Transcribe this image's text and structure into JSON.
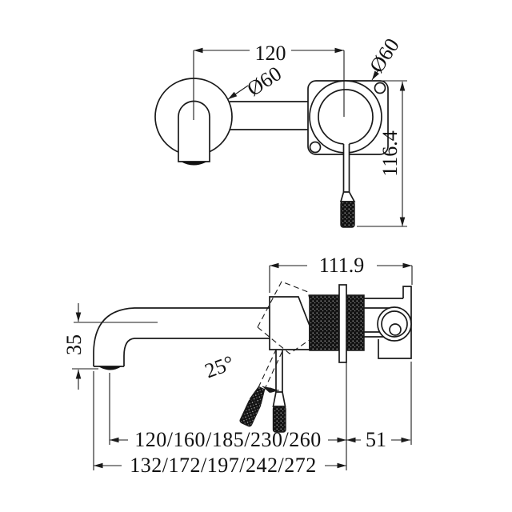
{
  "colors": {
    "line": "#1a1a1a",
    "background": "#ffffff"
  },
  "top_view": {
    "center_distance": "120",
    "left_flange_diameter": "Ø60",
    "right_flange_diameter": "Ø60",
    "handle_drop": "116.4"
  },
  "side_view": {
    "body_depth": "111.9",
    "spout_drop": "35",
    "handle_angle": "25°",
    "spout_reach_to_aerator": "120/160/185/230/260",
    "spout_reach_overall": "132/172/197/242/272",
    "wall_section": "51"
  }
}
